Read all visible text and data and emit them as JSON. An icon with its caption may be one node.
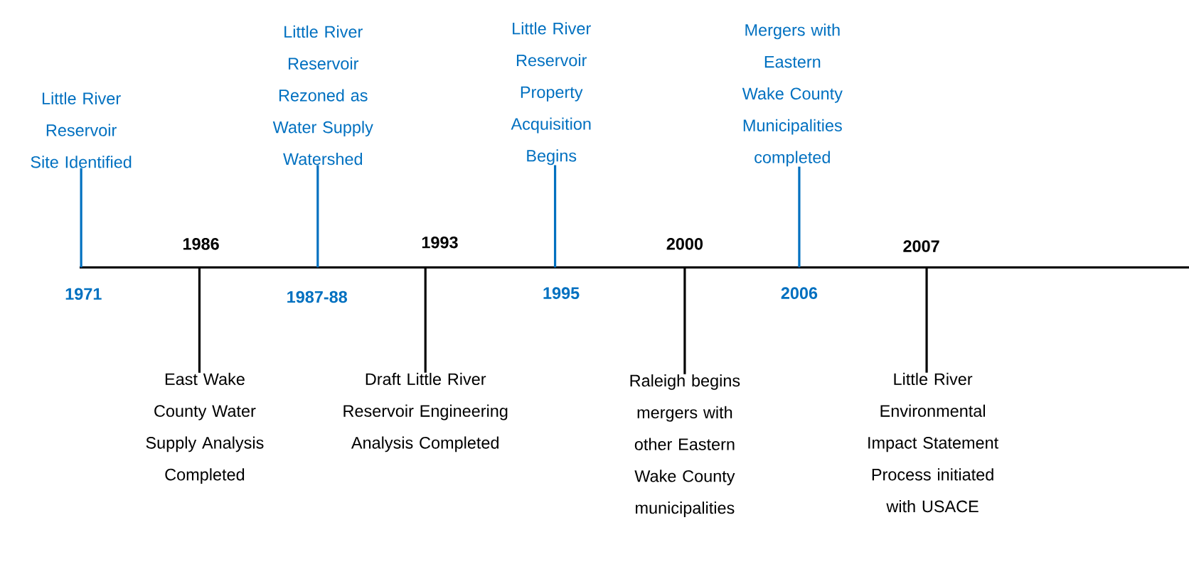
{
  "diagram": {
    "nodes": [
      {
        "text": [
          "Little River Reservoir Site Identified"
        ]
      },
      {
        "text": [
          "East Wake County Water Supply Analysis Completed"
        ]
      },
      {
        "text": [
          "Little River Reservoir Rezoned as Water Supply Watershed"
        ]
      },
      {
        "text": [
          "Draft Little River Reservoir Engineering Analysis Completed"
        ]
      },
      {
        "text": [
          "Little River Reservoir Property Acquisition Begins"
        ]
      },
      {
        "text": [
          "Raleigh begins mergers with other Eastern Wake County municipalities"
        ]
      },
      {
        "text": [
          "Mergers with Eastern Wake County Municipalities completed"
        ]
      },
      {
        "text": [
          "Little River Environmental Impact Statement Process initiated with USACE"
        ]
      }
    ],
    "edges": [
      {
        "from": 0,
        "to": null,
        "arrow": "none",
        "color": "#0070c0"
      },
      {
        "from": 1,
        "to": null,
        "arrow": "none",
        "color": "#000000"
      },
      {
        "from": 2,
        "to": null,
        "arrow": "none",
        "color": "#0070c0"
      },
      {
        "from": 3,
        "to": null,
        "arrow": "none",
        "color": "#000000"
      },
      {
        "from": 4,
        "to": null,
        "arrow": "none",
        "color": "#0070c0"
      },
      {
        "from": 5,
        "to": null,
        "arrow": "none",
        "color": "#000000"
      },
      {
        "from": 6,
        "to": null,
        "arrow": "none",
        "color": "#0070c0"
      },
      {
        "from": 7,
        "to": null,
        "arrow": "none",
        "color": "#000000"
      }
    ],
    "labels": [
      "1986",
      "1993",
      "2000",
      "2007",
      "1971",
      "1987-88",
      "1995",
      "2006"
    ]
  }
}
